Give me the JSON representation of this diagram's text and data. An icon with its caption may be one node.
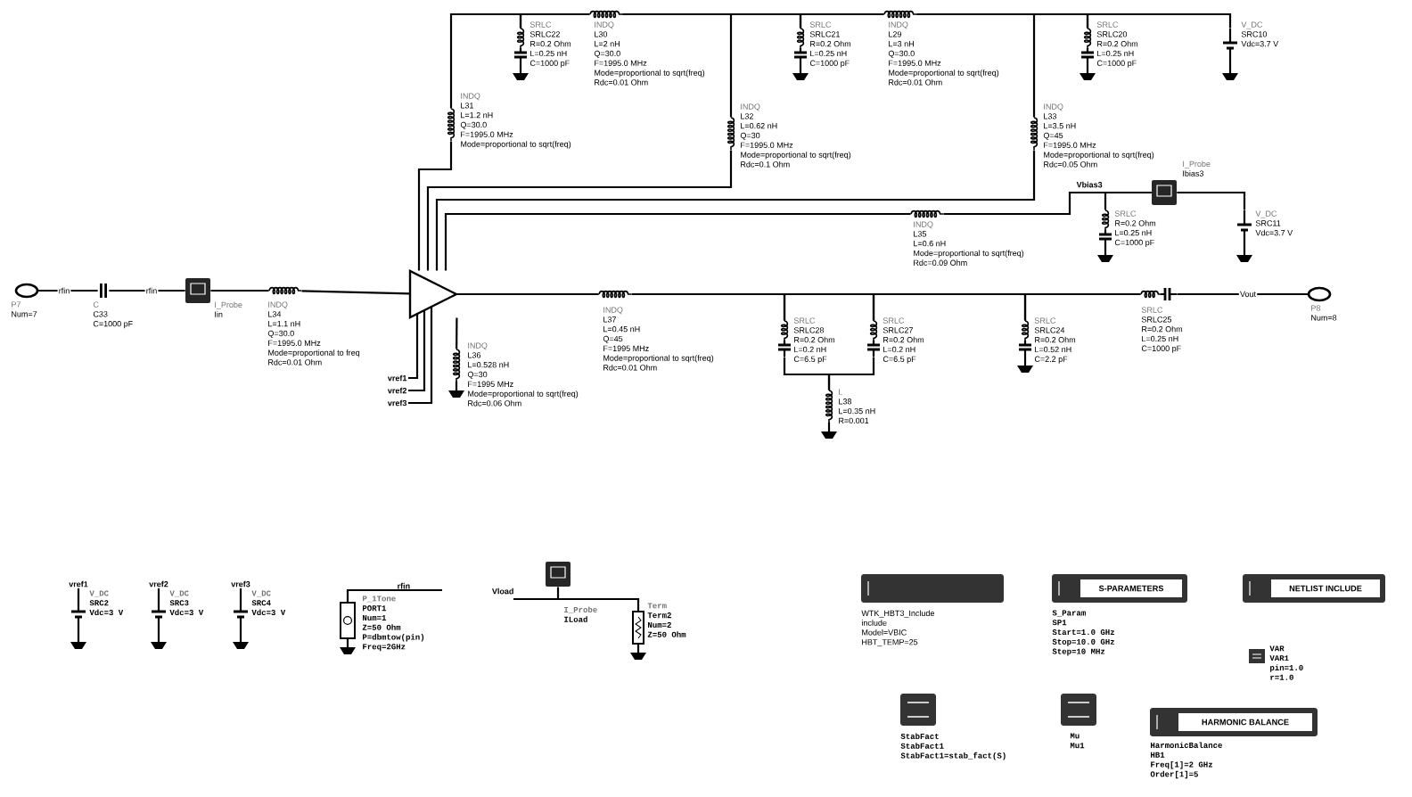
{
  "diagram": {
    "nodes": [
      {
        "text": [
          "P7",
          "Num=7"
        ]
      },
      {
        "text": [
          "C",
          "C33",
          "C=1000 pF"
        ]
      },
      {
        "text": [
          "I_Probe",
          "Iin"
        ]
      },
      {
        "text": [
          "INDQ",
          "L34",
          "L=1.1 nH",
          "Q=30.0",
          "F=1995.0 MHz",
          "Mode=proportional to freq",
          "Rdc=0.01 Ohm"
        ]
      },
      {
        "text": [],
        "shape": "triangle"
      },
      {
        "text": [
          "INDQ",
          "L31",
          "L=1.2 nH",
          "Q=30.0",
          "F=1995.0 MHz",
          "Mode=proportional to sqrt(freq)"
        ]
      },
      {
        "text": [
          "SRLC",
          "SRLC22",
          "R=0.2 Ohm",
          "L=0.25 nH",
          "C=1000 pF"
        ]
      },
      {
        "text": [
          "INDQ",
          "L30",
          "L=2 nH",
          "Q=30.0",
          "F=1995.0 MHz",
          "Mode=proportional to sqrt(freq)",
          "Rdc=0.01 Ohm"
        ]
      },
      {
        "text": [
          "SRLC",
          "SRLC21",
          "R=0.2 Ohm",
          "L=0.25 nH",
          "C=1000 pF"
        ]
      },
      {
        "text": [
          "INDQ",
          "L29",
          "L=3 nH",
          "Q=30.0",
          "F=1995.0 MHz",
          "Mode=proportional to sqrt(freq)",
          "Rdc=0.01 Ohm"
        ]
      },
      {
        "text": [
          "INDQ",
          "L32",
          "L=0.62 nH",
          "Q=30",
          "F=1995.0 MHz",
          "Mode=proportional to sqrt(freq)",
          "Rdc=0.1 Ohm"
        ]
      },
      {
        "text": [
          "SRLC",
          "SRLC20",
          "R=0.2 Ohm",
          "L=0.25 nH",
          "C=1000 pF"
        ]
      },
      {
        "text": [
          "V_DC",
          "SRC10",
          "Vdc=3.7 V"
        ]
      },
      {
        "text": [
          "INDQ",
          "L33",
          "L=3.5 nH",
          "Q=45",
          "F=1995.0 MHz",
          "Mode=proportional to sqrt(freq)",
          "Rdc=0.05 Ohm"
        ]
      },
      {
        "text": [
          "INDQ",
          "L35",
          "L=0.6 nH",
          "Mode=proportional to sqrt(freq)",
          "Rdc=0.09 Ohm"
        ]
      },
      {
        "text": [
          "I_Probe",
          "Ibias3"
        ]
      },
      {
        "text": [
          "SRLC",
          "R=0.2 Ohm",
          "L=0.25 nH",
          "C=1000 pF"
        ]
      },
      {
        "text": [
          "V_DC",
          "SRC11",
          "Vdc=3.7 V"
        ]
      },
      {
        "text": [
          "INDQ",
          "L37",
          "L=0.45 nH",
          "Q=45",
          "F=1995 MHz",
          "Mode=proportional to sqrt(freq)",
          "Rdc=0.01 Ohm"
        ]
      },
      {
        "text": [
          "INDQ",
          "L36",
          "L=0.528 nH",
          "Q=30",
          "F=1995 MHz",
          "Mode=proportional to sqrt(freq)",
          "Rdc=0.06 Ohm"
        ]
      },
      {
        "text": [
          "SRLC",
          "SRLC28",
          "R=0.2 Ohm",
          "L=0.2 nH",
          "C=6.5 pF"
        ]
      },
      {
        "text": [
          "SRLC",
          "SRLC27",
          "R=0.2 Ohm",
          "L=0.2 nH",
          "C=6.5 pF"
        ]
      },
      {
        "text": [
          "L",
          "L38",
          "L=0.35 nH",
          "R=0.001"
        ]
      },
      {
        "text": [
          "SRLC",
          "SRLC24",
          "R=0.2 Ohm",
          "L=0.52 nH",
          "C=2.2 pF"
        ]
      },
      {
        "text": [
          "SRLC",
          "SRLC25",
          "R=0.2 Ohm",
          "L=0.25 nH",
          "C=1000 pF"
        ]
      },
      {
        "text": [
          "P8",
          "Num=8"
        ]
      },
      {
        "text": [
          "V_DC",
          "SRC2",
          "Vdc=3 V"
        ]
      },
      {
        "text": [
          "V_DC",
          "SRC3",
          "Vdc=3 V"
        ]
      },
      {
        "text": [
          "V_DC",
          "SRC4",
          "Vdc=3 V"
        ]
      },
      {
        "text": [
          "P_1Tone",
          "PORT1",
          "Num=1",
          "Z=50 Ohm",
          "P=dbmtow(pin)",
          "Freq=2GHz"
        ]
      },
      {
        "text": [
          "I_Probe",
          "ILoad"
        ]
      },
      {
        "text": [
          "Term",
          "Term2",
          "Num=2",
          "Z=50 Ohm"
        ]
      },
      {
        "text": [
          "WTK_HBT3_Include",
          "include",
          "Model=VBIC",
          "HBT_TEMP=25"
        ]
      },
      {
        "text": [
          "S-PARAMETERS",
          "S_Param",
          "SP1",
          "Start=1.0 GHz",
          "Stop=10.0 GHz",
          "Step=10 MHz"
        ]
      },
      {
        "text": [
          "NETLIST INCLUDE"
        ]
      },
      {
        "text": [
          "VAR",
          "VAR1",
          "pin=1.0",
          "r=1.0"
        ]
      },
      {
        "text": [
          "StabFact",
          "StabFact1",
          "StabFact1=stab_fact(S)"
        ]
      },
      {
        "text": [
          "Mu",
          "Mu1"
        ]
      },
      {
        "text": [
          "HARMONIC BALANCE",
          "HarmonicBalance",
          "HB1",
          "Freq[1]=2 GHz",
          "Order[1]=5"
        ]
      }
    ],
    "edges": [
      {
        "from": 0,
        "to": 1,
        "arrow": "none",
        "label": "rfin"
      },
      {
        "from": 1,
        "to": 2,
        "arrow": "none",
        "label": "rfin"
      },
      {
        "from": 2,
        "to": 3,
        "arrow": "none"
      },
      {
        "from": 3,
        "to": 4,
        "arrow": "none"
      },
      {
        "from": 4,
        "to": 5,
        "arrow": "none"
      },
      {
        "from": 5,
        "to": 6,
        "arrow": "none"
      },
      {
        "from": 6,
        "to": 7,
        "arrow": "none"
      },
      {
        "from": 7,
        "to": 10,
        "arrow": "none"
      },
      {
        "from": 7,
        "to": 8,
        "arrow": "none"
      },
      {
        "from": 8,
        "to": 9,
        "arrow": "none"
      },
      {
        "from": 9,
        "to": 13,
        "arrow": "none"
      },
      {
        "from": 9,
        "to": 11,
        "arrow": "none"
      },
      {
        "from": 11,
        "to": 12,
        "arrow": "none"
      },
      {
        "from": 4,
        "to": 10,
        "arrow": "none"
      },
      {
        "from": 4,
        "to": 13,
        "arrow": "none"
      },
      {
        "from": 4,
        "to": 14,
        "arrow": "none"
      },
      {
        "from": 14,
        "to": 15,
        "arrow": "none"
      },
      {
        "from": 15,
        "to": 16,
        "arrow": "none"
      },
      {
        "from": 15,
        "to": 17,
        "arrow": "none"
      },
      {
        "from": 4,
        "to": 18,
        "arrow": "none"
      },
      {
        "from": 4,
        "to": 19,
        "arrow": "none"
      },
      {
        "from": 18,
        "to": 20,
        "arrow": "none"
      },
      {
        "from": 20,
        "to": 21,
        "arrow": "none"
      },
      {
        "from": 21,
        "to": 23,
        "arrow": "none"
      },
      {
        "from": 23,
        "to": 24,
        "arrow": "none"
      },
      {
        "from": 24,
        "to": 25,
        "arrow": "none",
        "label": "Vout"
      },
      {
        "from": 20,
        "to": 22,
        "arrow": "none"
      },
      {
        "from": 21,
        "to": 22,
        "arrow": "none"
      },
      {
        "from": 30,
        "to": 31,
        "arrow": "none"
      }
    ],
    "labels": [
      "vref1",
      "vref2",
      "vref3",
      "Vbias3",
      "vref1",
      "vref2",
      "vref3",
      "rfin",
      "Vload"
    ]
  }
}
